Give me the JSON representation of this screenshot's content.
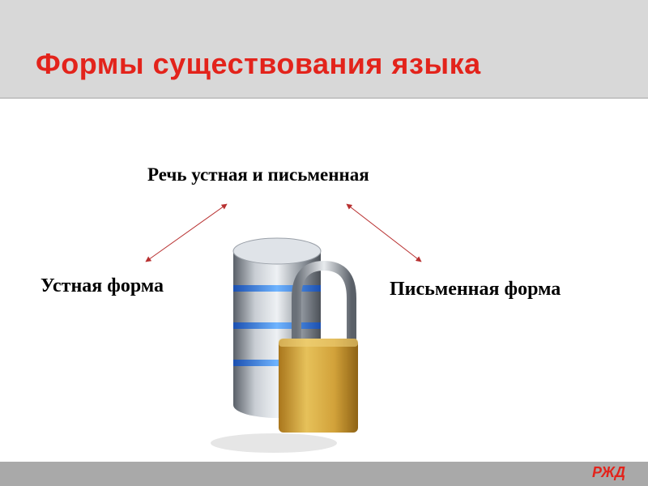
{
  "slide": {
    "title": "Формы существования языка",
    "top_label": "Речь устная и письменная",
    "left_label": "Устная форма",
    "right_label": "Письменная форма"
  },
  "footer": {
    "logo_text": "РЖД"
  },
  "colors": {
    "title_color": "#e3231b",
    "arrow_color": "#b83030",
    "ring_blue": "#3c8cff",
    "lock_gold": "#d4a43a"
  },
  "icons": {
    "center_image": "database-padlock-icon"
  }
}
